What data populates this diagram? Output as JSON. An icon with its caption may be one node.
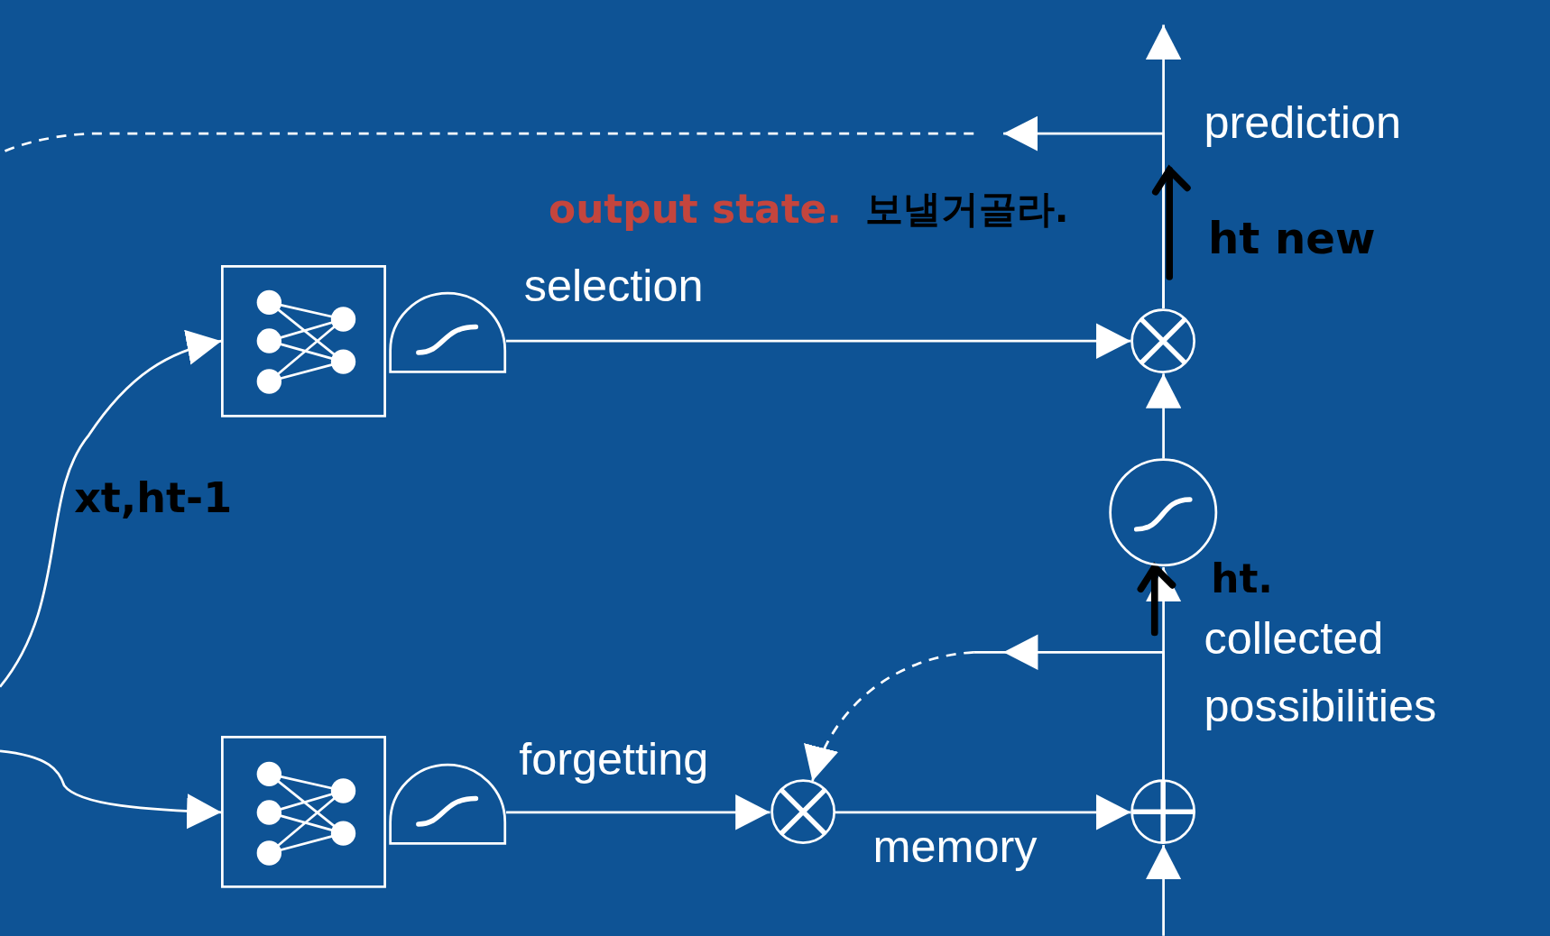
{
  "diagram": {
    "nodes": [
      {
        "text": [],
        "shape": "box"
      },
      {
        "text": [],
        "shape": "semicircle"
      },
      {
        "text": [],
        "shape": "box"
      },
      {
        "text": [],
        "shape": "semicircle"
      },
      {
        "text": [],
        "shape": "circle"
      },
      {
        "text": [],
        "shape": "circle"
      },
      {
        "text": [],
        "shape": "circle"
      },
      {
        "text": [],
        "shape": "circle"
      }
    ],
    "edges": [
      {
        "from": null,
        "to": 0,
        "arrow": "to"
      },
      {
        "from": null,
        "to": 2,
        "arrow": "to"
      },
      {
        "from": 1,
        "to": 4,
        "arrow": "to",
        "label": "selection"
      },
      {
        "from": 3,
        "to": 6,
        "arrow": "to",
        "label": "forgetting"
      },
      {
        "from": 6,
        "to": 7,
        "arrow": "to",
        "label": "memory"
      },
      {
        "from": null,
        "to": 7,
        "arrow": "to"
      },
      {
        "from": 7,
        "to": 5,
        "arrow": "to"
      },
      {
        "from": 7,
        "to": 6,
        "arrow": "to",
        "style": "dashed"
      },
      {
        "from": 5,
        "to": 4,
        "arrow": "to"
      },
      {
        "from": 4,
        "to": null,
        "arrow": "to"
      },
      {
        "from": 4,
        "to": null,
        "arrow": "to"
      }
    ],
    "labels": [
      "prediction",
      "output state.",
      "보낼거골라.",
      "ht new",
      "xt,ht-1",
      "ht.",
      "collected possibilities"
    ]
  }
}
